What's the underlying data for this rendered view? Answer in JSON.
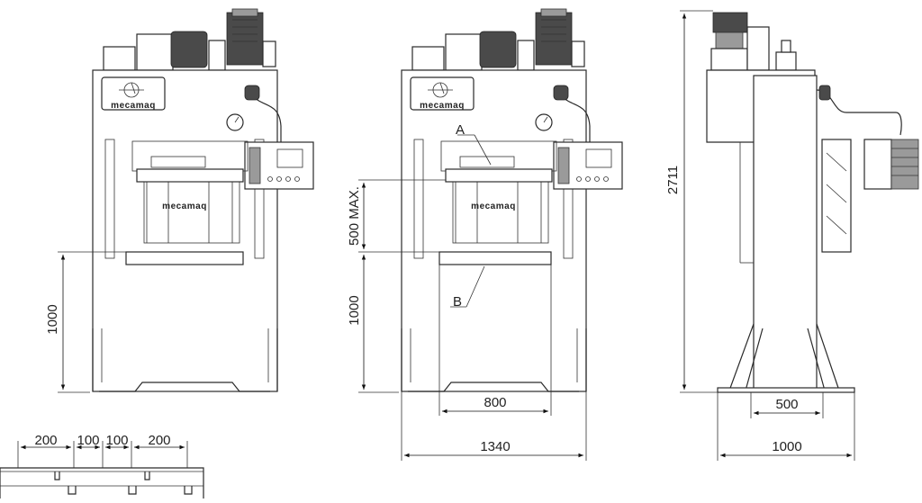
{
  "brand": {
    "logo_text": "mecamaq"
  },
  "callouts": {
    "a": "A",
    "b": "B"
  },
  "dimensions": {
    "left_view_height": "1000",
    "mid_view_stroke": "500 MAX.",
    "mid_view_height": "1000",
    "mid_view_table_width": "800",
    "mid_view_overall_width": "1340",
    "side_view_total_height": "2711",
    "side_view_base_depth": "500",
    "side_view_overall_depth": "1000",
    "slot_spacing": [
      "200",
      "100",
      "100",
      "200"
    ]
  },
  "colors": {
    "line": "#2a2a2a",
    "background": "#ffffff"
  }
}
